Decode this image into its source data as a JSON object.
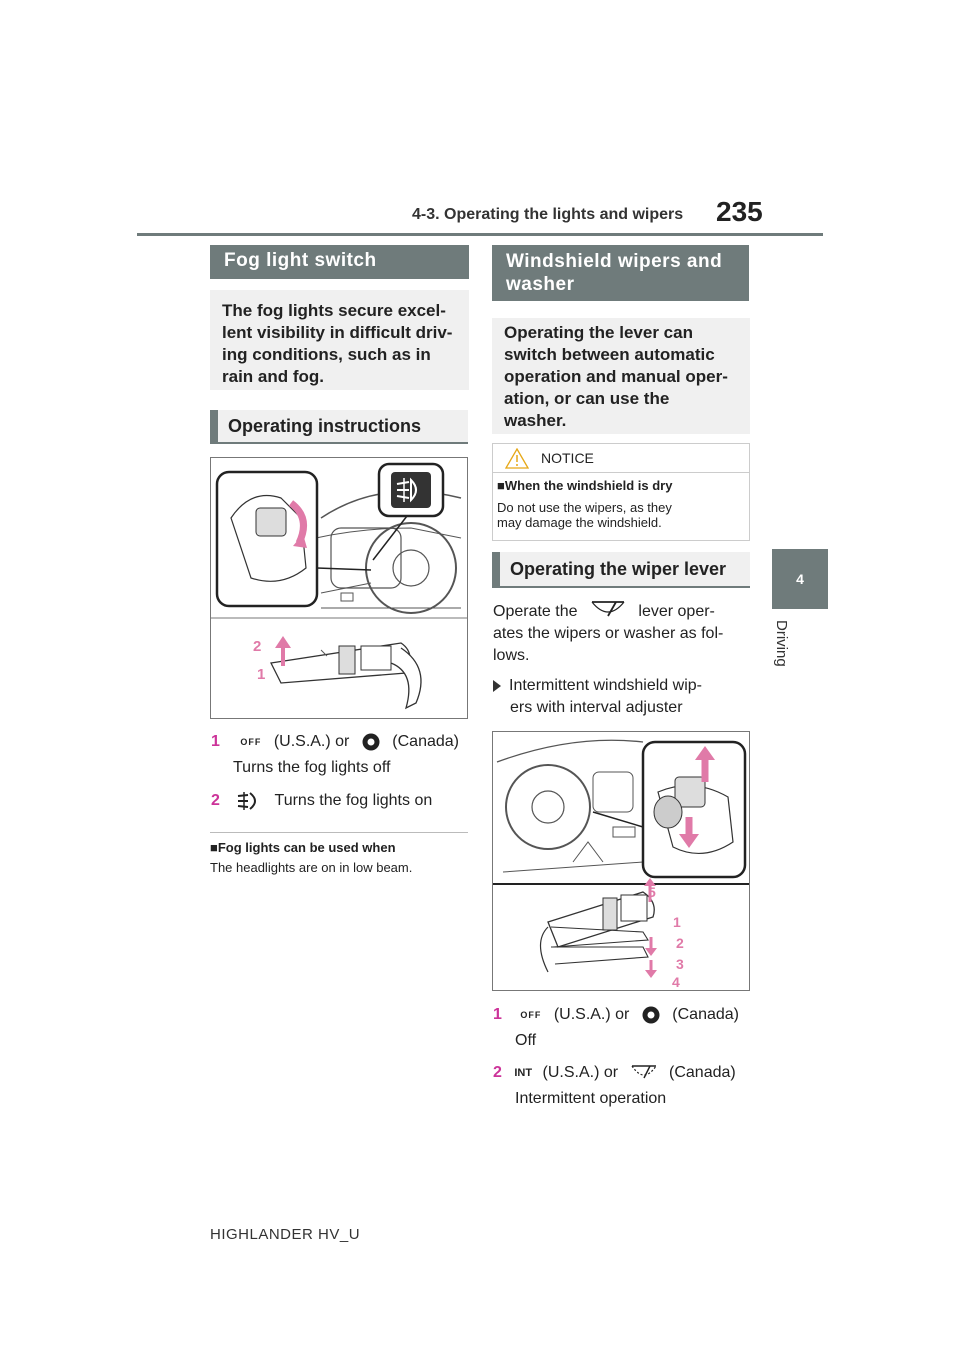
{
  "header": {
    "section_title": "4-3. Operating the lights and wipers",
    "page_number": "235"
  },
  "side_tab": {
    "chapter_number": "4",
    "chapter_label": "Driving"
  },
  "left": {
    "title": "Fog light switch",
    "intro": "The fog lights secure excel- lent visibility in difficult driv- ing conditions, such as in rain and fog.",
    "intro_lines": [
      "The fog lights secure excel-",
      "lent visibility in difficult driv-",
      "ing conditions, such as in",
      "rain and fog."
    ],
    "subhead": "Operating instructions",
    "figure_labels": [
      "2",
      "1"
    ],
    "step1": {
      "num": "1",
      "icon_text": "OFF",
      "text_a": "(U.S.A.) or",
      "text_b": "(Canada)",
      "desc": "Turns the fog lights off"
    },
    "step2": {
      "num": "2",
      "desc": "Turns the fog lights on"
    },
    "note_head": "■Fog lights can be used when",
    "note_text": "The headlights are on in low beam."
  },
  "right": {
    "title_line1": "Windshield wipers and",
    "title_line2": "washer",
    "intro_lines": [
      "Operating the lever can",
      "switch between automatic",
      "operation and manual oper-",
      "ation, or can use the",
      "washer."
    ],
    "notice": {
      "label": "NOTICE",
      "head": "■When the windshield is dry",
      "text_line1": "Do not use the wipers, as they",
      "text_line2": "may damage the windshield."
    },
    "subhead": "Operating the wiper lever",
    "para_a": "Operate the",
    "para_b": "lever oper-",
    "para_line2": "ates the wipers or washer as fol-",
    "para_line3": "lows.",
    "bullet_line1": "Intermittent windshield wip-",
    "bullet_line2": "ers with interval adjuster",
    "figure_labels": [
      "5",
      "1",
      "2",
      "3",
      "4"
    ],
    "step1": {
      "num": "1",
      "icon_text": "OFF",
      "text_a": "(U.S.A.) or",
      "text_b": "(Canada)",
      "desc": "Off"
    },
    "step2": {
      "num": "2",
      "icon_text": "INT",
      "text_a": "(U.S.A.) or",
      "text_b": "(Canada)",
      "desc": "Intermittent operation"
    }
  },
  "footer": "HIGHLANDER HV_U",
  "colors": {
    "accent_grey": "#6f7b7b",
    "box_grey": "#f0f0f0",
    "step_pink": "#cc3399",
    "figure_pink": "#e07aa8"
  }
}
